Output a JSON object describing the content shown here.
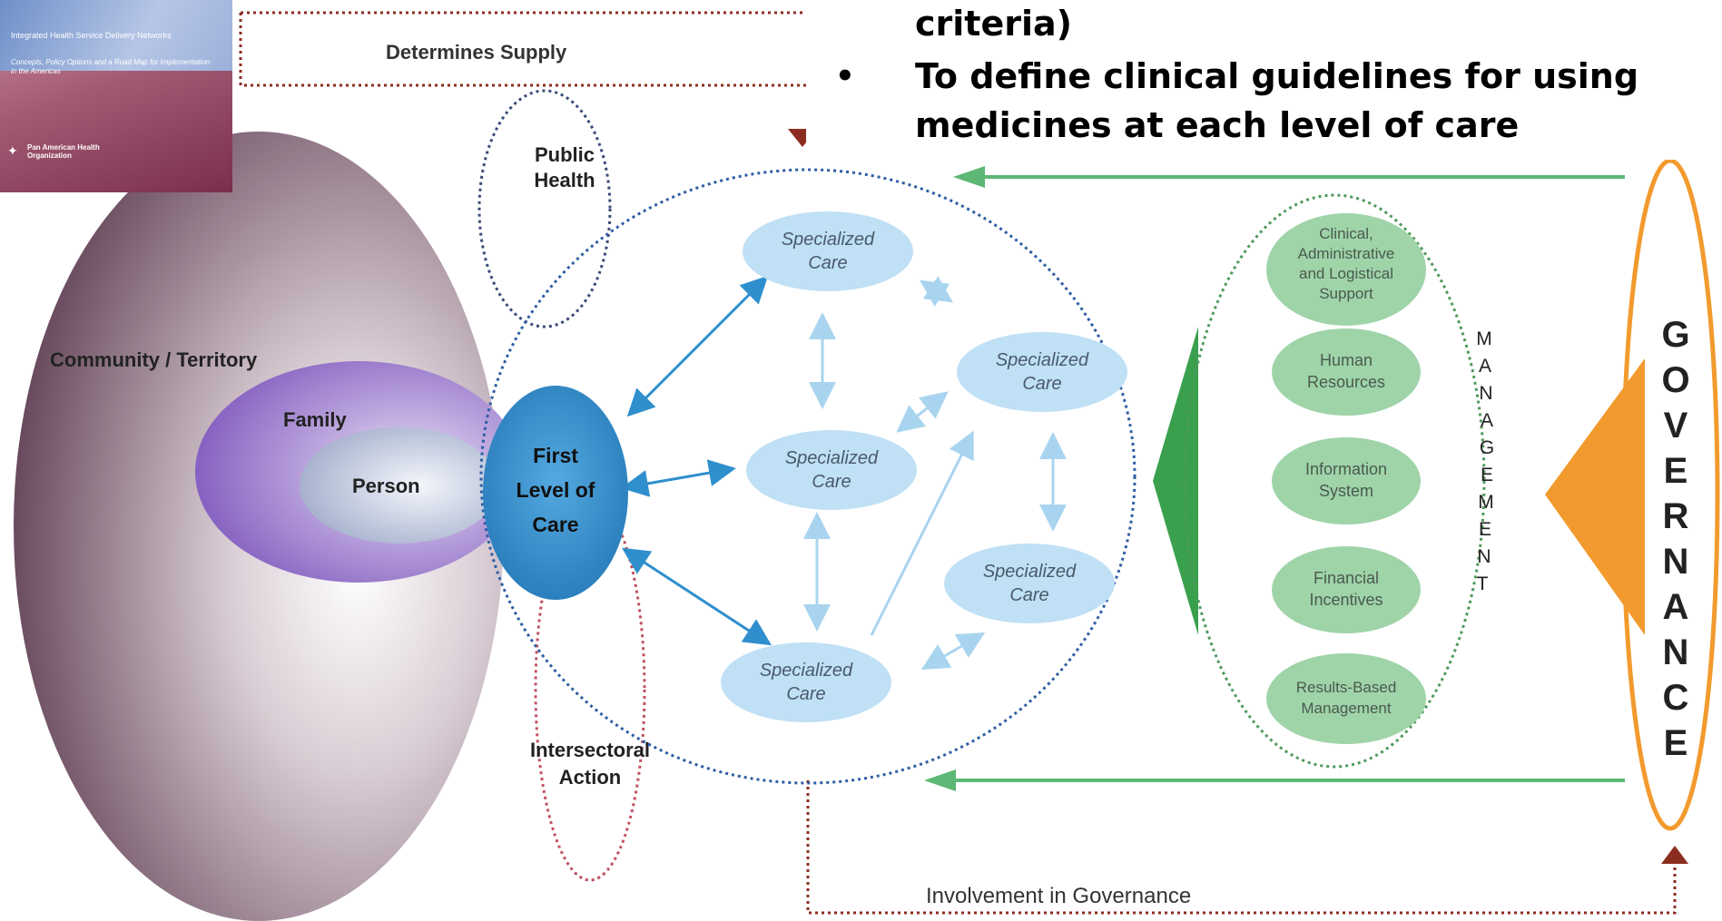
{
  "cover": {
    "title": "Integrated Health Service Delivery Networks",
    "subtitle": "Concepts, Policy Options and a Road Map for Implementation in the Americas",
    "org": "Pan American Health Organization"
  },
  "bullets": {
    "line0": "criteria)",
    "items": [
      {
        "line1": "To define clinical guidelines for using",
        "line2": "medicines at each level of care"
      }
    ]
  },
  "diagram": {
    "determines_supply": "Determines Supply",
    "involvement": "Involvement in Governance",
    "community": "Community / Territory",
    "family": "Family",
    "person": "Person",
    "public_health": [
      "Public",
      "Health"
    ],
    "first_level": [
      "First",
      "Level of",
      "Care"
    ],
    "intersectoral": [
      "Intersectoral",
      "Action"
    ],
    "specialized": [
      "Specialized",
      "Care"
    ],
    "management_pills": [
      [
        "Clinical,",
        "Administrative",
        "and Logistical",
        "Support"
      ],
      [
        "Human",
        "Resources"
      ],
      [
        "Information",
        "System"
      ],
      [
        "Financial",
        "Incentives"
      ],
      [
        "Results-Based",
        "Management"
      ]
    ],
    "management_letters": [
      "M",
      "A",
      "N",
      "A",
      "G",
      "E",
      "M",
      "E",
      "N",
      "T"
    ],
    "governance_letters": [
      "G",
      "O",
      "V",
      "E",
      "R",
      "N",
      "A",
      "N",
      "C",
      "E"
    ]
  },
  "colors": {
    "purple_outer": "#6b4a5e",
    "purple_family": "#8a66c6",
    "first_level": "#2b86c5",
    "specialized": "#bfe0f5",
    "green_pill": "#9fd4a9",
    "green_arrow": "#5cb874",
    "orange": "#f29a2e",
    "dark_red": "#8b2e1f"
  }
}
